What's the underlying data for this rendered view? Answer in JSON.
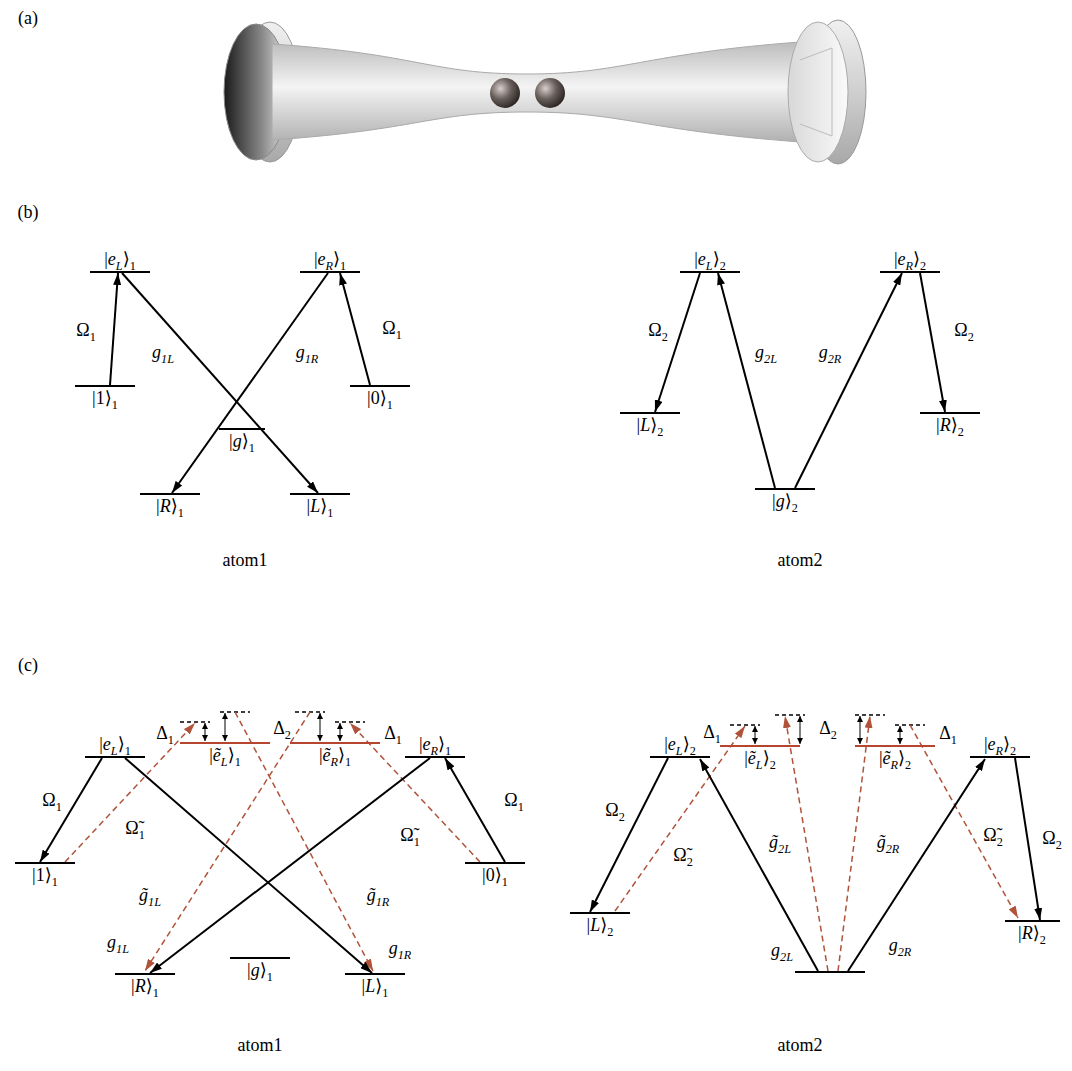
{
  "diagram": {
    "nodes": [
      {
        "text": [
          "|eL⟩1"
        ]
      },
      {
        "text": [
          "|eR⟩1"
        ]
      },
      {
        "text": [
          "|1⟩1"
        ]
      },
      {
        "text": [
          "|0⟩1"
        ]
      },
      {
        "text": [
          "|g⟩1"
        ]
      },
      {
        "text": [
          "|R⟩1"
        ]
      },
      {
        "text": [
          "|L⟩1"
        ]
      },
      {
        "text": [
          "|eL⟩2"
        ]
      },
      {
        "text": [
          "|eR⟩2"
        ]
      },
      {
        "text": [
          "|L⟩2"
        ]
      },
      {
        "text": [
          "|R⟩2"
        ]
      },
      {
        "text": [
          "|g⟩2"
        ]
      },
      {
        "text": [
          "|eL⟩1"
        ]
      },
      {
        "text": [
          "|ẽL⟩1"
        ]
      },
      {
        "text": [
          "|ẽR⟩1"
        ]
      },
      {
        "text": [
          "|eR⟩1"
        ]
      },
      {
        "text": [
          "|1⟩1"
        ]
      },
      {
        "text": [
          "|0⟩1"
        ]
      },
      {
        "text": [
          "|R⟩1"
        ]
      },
      {
        "text": [
          "|g⟩1"
        ]
      },
      {
        "text": [
          "|L⟩1"
        ]
      },
      {
        "text": [
          "|eL⟩2"
        ]
      },
      {
        "text": [
          "|ẽL⟩2"
        ]
      },
      {
        "text": [
          "|ẽR⟩2"
        ]
      },
      {
        "text": [
          "|eR⟩2"
        ]
      },
      {
        "text": [
          "|L⟩2"
        ]
      },
      {
        "text": [
          "|R⟩2"
        ]
      }
    ],
    "edges": [
      {
        "from": 2,
        "to": 0,
        "arrow": "to",
        "label": "Ω1"
      },
      {
        "from": 0,
        "to": 6,
        "arrow": "to",
        "label": "g1L"
      },
      {
        "from": 1,
        "to": 5,
        "arrow": "to",
        "label": "g1R"
      },
      {
        "from": 3,
        "to": 1,
        "arrow": "to",
        "label": "Ω1"
      },
      {
        "from": 7,
        "to": 9,
        "arrow": "to",
        "label": "Ω2"
      },
      {
        "from": 11,
        "to": 7,
        "arrow": "to",
        "label": "g2L"
      },
      {
        "from": 11,
        "to": 8,
        "arrow": "to",
        "label": "g2R"
      },
      {
        "from": 8,
        "to": 10,
        "arrow": "to",
        "label": "Ω2"
      },
      {
        "from": 12,
        "to": 16,
        "arrow": "to",
        "label": "Ω1"
      },
      {
        "from": 12,
        "to": 20,
        "arrow": "to",
        "label": "g1R"
      },
      {
        "from": 15,
        "to": 18,
        "arrow": "to",
        "label": "g1L"
      },
      {
        "from": 17,
        "to": 15,
        "arrow": "to",
        "label": "Ω1"
      },
      {
        "from": 21,
        "to": 25,
        "arrow": "to",
        "label": "Ω2"
      },
      {
        "from": 24,
        "to": 26,
        "arrow": "to",
        "label": "Ω2"
      }
    ],
    "labels": [
      "(a)",
      "(b)",
      "atom1",
      "atom2",
      "(c)",
      "Δ1",
      "Δ2",
      "Δ1",
      "Ω̃1",
      "g̃1L",
      "g̃1R",
      "Ω̃1",
      "Δ1",
      "Δ2",
      "Δ1",
      "Ω̃2",
      "g̃2L",
      "g2L",
      "g̃2R",
      "g2R",
      "Ω̃2",
      "atom1",
      "atom2"
    ]
  }
}
